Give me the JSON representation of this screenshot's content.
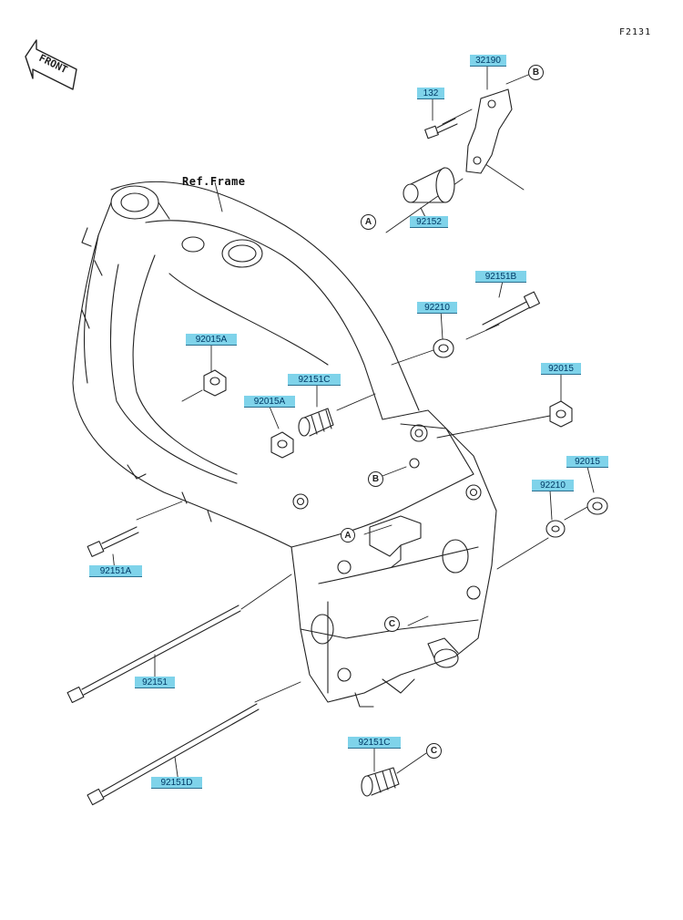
{
  "figure_code": "F2131",
  "front_label": "FRONT",
  "reference_label": "Ref.Frame",
  "parts": [
    {
      "key": "p32190",
      "number": "32190"
    },
    {
      "key": "p132",
      "number": "132"
    },
    {
      "key": "p92152",
      "number": "92152"
    },
    {
      "key": "p92151B",
      "number": "92151B"
    },
    {
      "key": "p92210a",
      "number": "92210"
    },
    {
      "key": "p92015Aa",
      "number": "92015A"
    },
    {
      "key": "p92151Ca",
      "number": "92151C"
    },
    {
      "key": "p92015Ab",
      "number": "92015A"
    },
    {
      "key": "p92015a",
      "number": "92015"
    },
    {
      "key": "p92015b",
      "number": "92015"
    },
    {
      "key": "p92210b",
      "number": "92210"
    },
    {
      "key": "p92151A",
      "number": "92151A"
    },
    {
      "key": "p92151",
      "number": "92151"
    },
    {
      "key": "p92151D",
      "number": "92151D"
    },
    {
      "key": "p92151Cb",
      "number": "92151C"
    }
  ],
  "reference_markers": [
    {
      "key": "refA1",
      "letter": "A"
    },
    {
      "key": "refA2",
      "letter": "A"
    },
    {
      "key": "refB1",
      "letter": "B"
    },
    {
      "key": "refB2",
      "letter": "B"
    },
    {
      "key": "refC1",
      "letter": "C"
    },
    {
      "key": "refC2",
      "letter": "C"
    }
  ],
  "colors": {
    "label_fill": "#7fd3ea",
    "label_text": "#003a66",
    "line": "#222222"
  }
}
